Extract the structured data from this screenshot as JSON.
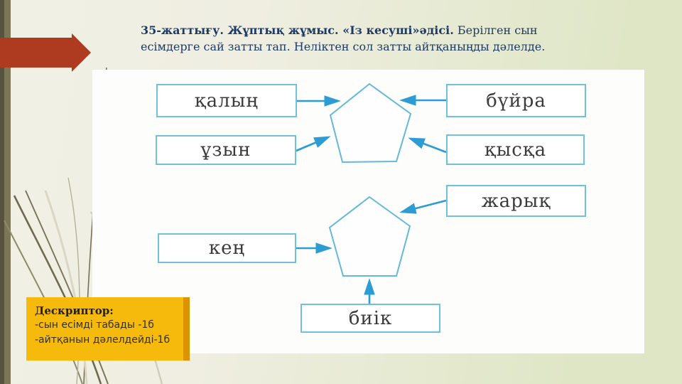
{
  "slide": {
    "title": {
      "bold_text": "35-жаттығу. Жұптық жұмыс. «Із кесуші»әдісі.",
      "regular_text": "Берілген сын есімдерге сай затты тап. Неліктен сол затты айтқаныңды дәлелде."
    },
    "diagram": {
      "pentagon_count": 2,
      "nodes": [
        {
          "label": "қалың",
          "side": "left",
          "target": "pentagon-1"
        },
        {
          "label": "ұзын",
          "side": "left",
          "target": "pentagon-1"
        },
        {
          "label": "бүйра",
          "side": "right",
          "target": "pentagon-1"
        },
        {
          "label": "қысқа",
          "side": "right",
          "target": "pentagon-1"
        },
        {
          "label": "жарық",
          "side": "right",
          "target": "pentagon-2"
        },
        {
          "label": "кең",
          "side": "left",
          "target": "pentagon-2"
        },
        {
          "label": "биік",
          "side": "bottom",
          "target": "pentagon-2"
        }
      ]
    },
    "descriptor": {
      "heading": "Дескриптор:",
      "lines": [
        "-сын есімді табады -1б",
        "-айтқанын дәлелдейді-1б"
      ]
    },
    "colors": {
      "title_text": "#1E3A66",
      "diagram_arrow_blue": "#2D9BD4",
      "diagram_box_border": "#70C2DC",
      "descriptor_background": "#F6BA0C",
      "descriptor_edge": "#DB9400",
      "red_arrow": "#AE3A20",
      "background_left": "#F1F0E5",
      "background_right": "#DFE6C6",
      "side_strip_dark": "#57523E",
      "side_strip_olive": "#7C7659"
    }
  }
}
